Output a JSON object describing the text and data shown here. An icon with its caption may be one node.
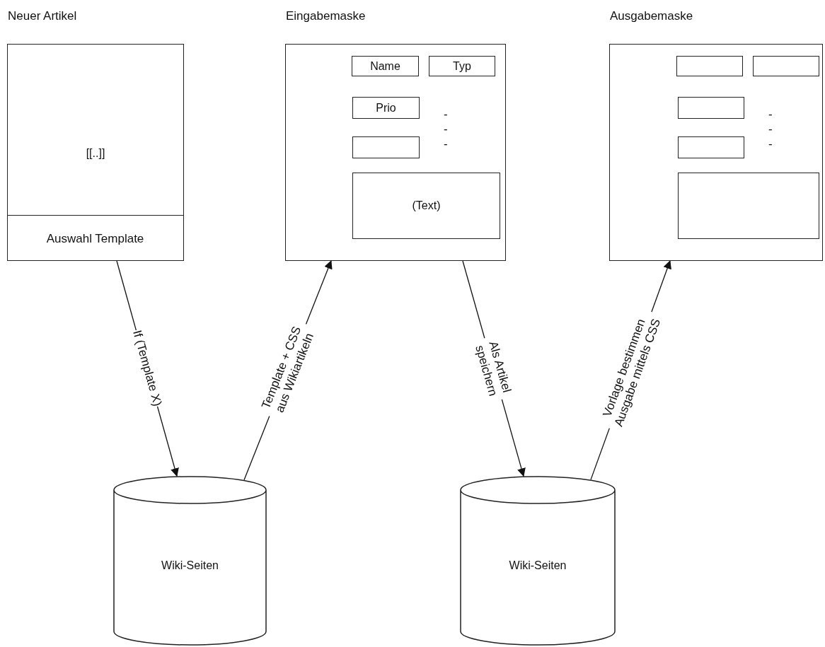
{
  "diagram": {
    "nodes": [
      {
        "text": [
          "Neuer Artikel",
          "[[..]]"
        ]
      },
      {
        "text": [
          "Auswahl Template"
        ],
        "in": 0
      },
      {
        "text": [
          "Eingabemaske"
        ]
      },
      {
        "text": [
          "Name"
        ],
        "in": 2
      },
      {
        "text": [
          "Typ"
        ],
        "in": 2
      },
      {
        "text": [
          "Prio"
        ],
        "in": 2
      },
      {
        "text": [],
        "shape": "box",
        "in": 2
      },
      {
        "text": [
          "(Text)"
        ],
        "in": 2
      },
      {
        "text": [
          "Ausgabemaske"
        ]
      },
      {
        "text": [],
        "shape": "box",
        "in": 8
      },
      {
        "text": [],
        "shape": "box",
        "in": 8
      },
      {
        "text": [],
        "shape": "box",
        "in": 8
      },
      {
        "text": [],
        "shape": "box",
        "in": 8
      },
      {
        "text": [],
        "shape": "box",
        "in": 8
      },
      {
        "text": [
          "Wiki-Seiten"
        ]
      },
      {
        "text": [
          "Wiki-Seiten"
        ]
      }
    ],
    "edges": [
      {
        "from": 1,
        "to": 14,
        "arrow": "to",
        "label": "If (Template X)"
      },
      {
        "from": 14,
        "to": 2,
        "arrow": "to",
        "label": "Template + CSS aus Wikiartikeln"
      },
      {
        "from": 2,
        "to": 15,
        "arrow": "to",
        "label": "Als Artikel speichern"
      },
      {
        "from": 15,
        "to": 8,
        "arrow": "to",
        "label": "Vorlage bestimmen Ausgabe mittels CSS"
      }
    ],
    "labels": [
      "-",
      "-",
      "-",
      "-",
      "-",
      "-"
    ]
  }
}
